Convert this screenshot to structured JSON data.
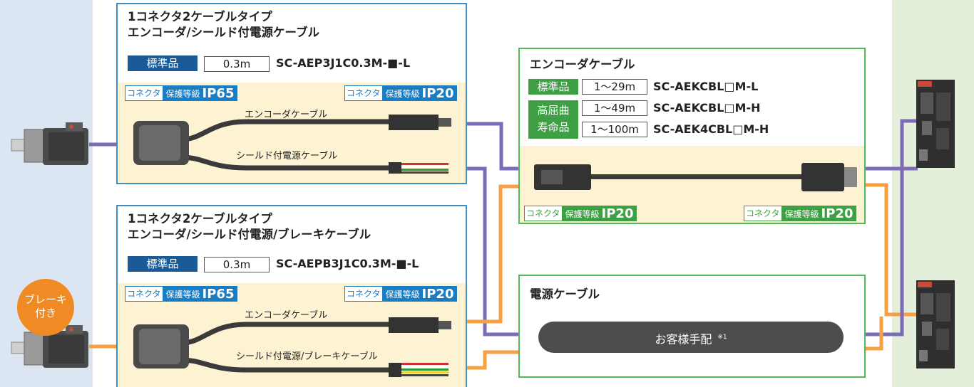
{
  "panels": {
    "top_left": {
      "title_line1": "1コネクタ2ケーブルタイプ",
      "title_line2": "エンコーダ/シールド付電源ケーブル",
      "tag": "標準品",
      "length": "0.3m",
      "model": "SC-AEP3J1C0.3M-■-L",
      "badge_left": {
        "connector": "コネクタ",
        "protection": "保護等級",
        "ip": "IP65"
      },
      "badge_right": {
        "connector": "コネクタ",
        "protection": "保護等級",
        "ip": "IP20"
      },
      "cable_label_1": "エンコーダケーブル",
      "cable_label_2": "シールド付電源ケーブル"
    },
    "bottom_left": {
      "title_line1": "1コネクタ2ケーブルタイプ",
      "title_line2": "エンコーダ/シールド付電源/ブレーキケーブル",
      "tag": "標準品",
      "length": "0.3m",
      "model": "SC-AEPB3J1C0.3M-■-L",
      "badge_left": {
        "connector": "コネクタ",
        "protection": "保護等級",
        "ip": "IP65"
      },
      "badge_right": {
        "connector": "コネクタ",
        "protection": "保護等級",
        "ip": "IP20"
      },
      "cable_label_1": "エンコーダケーブル",
      "cable_label_2": "シールド付電源/ブレーキケーブル"
    },
    "encoder": {
      "title": "エンコーダケーブル",
      "rows": [
        {
          "tag": "標準品",
          "length": "1～29m",
          "model": "SC-AEKCBL□M-L"
        },
        {
          "length": "1～49m",
          "model": "SC-AEKCBL□M-H"
        },
        {
          "length": "1～100m",
          "model": "SC-AEK4CBL□M-H"
        }
      ],
      "tag2_line1": "高屈曲",
      "tag2_line2": "寿命品",
      "badge_left": {
        "connector": "コネクタ",
        "protection": "保護等級",
        "ip": "IP20"
      },
      "badge_right": {
        "connector": "コネクタ",
        "protection": "保護等級",
        "ip": "IP20"
      }
    },
    "power": {
      "title": "電源ケーブル",
      "button": "お客様手配",
      "note": "※1"
    }
  },
  "brake_badge": {
    "line1": "ブレーキ",
    "line2": "付き"
  },
  "colors": {
    "purple_wire": "#7b6cb5",
    "orange_wire": "#f5a043",
    "blue_border": "#3d8ec9",
    "green_border": "#54b85a",
    "cream": "#fdf3d3"
  }
}
